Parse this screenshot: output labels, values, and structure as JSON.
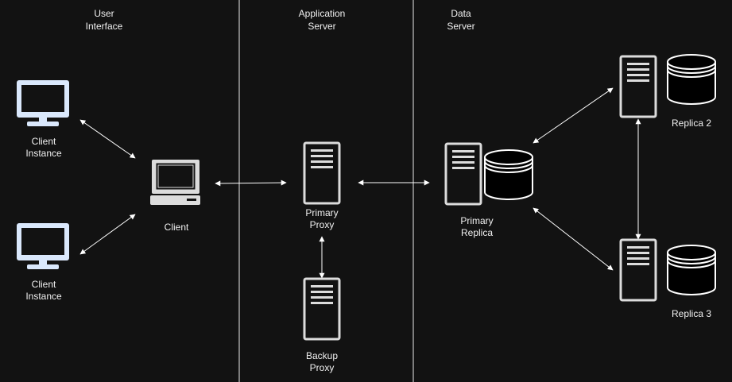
{
  "lanes": [
    {
      "line1": "User",
      "line2": "Interface"
    },
    {
      "line1": "Application",
      "line2": "Server"
    },
    {
      "line1": "Data",
      "line2": "Server"
    }
  ],
  "nodes": {
    "client_instance_1": {
      "line1": "Client",
      "line2": "Instance",
      "icon": "monitor-icon"
    },
    "client_instance_2": {
      "line1": "Client",
      "line2": "Instance",
      "icon": "monitor-icon"
    },
    "client": {
      "line1": "Client",
      "icon": "desktop-computer-icon"
    },
    "primary_proxy": {
      "line1": "Primary",
      "line2": "Proxy",
      "icon": "server-icon"
    },
    "backup_proxy": {
      "line1": "Backup",
      "line2": "Proxy",
      "icon": "server-icon"
    },
    "primary_replica": {
      "line1": "Primary",
      "line2": "Replica",
      "icon": "server-database-icon"
    },
    "replica_2": {
      "line1": "Replica 2",
      "icon": "server-database-icon"
    },
    "replica_3": {
      "line1": "Replica 3",
      "icon": "server-database-icon"
    }
  },
  "colors": {
    "background": "#121212",
    "monitor": "#dae8fc",
    "server": "#e8e8e8",
    "divider": "#e8e8e8",
    "text": "#f0f0f0"
  }
}
